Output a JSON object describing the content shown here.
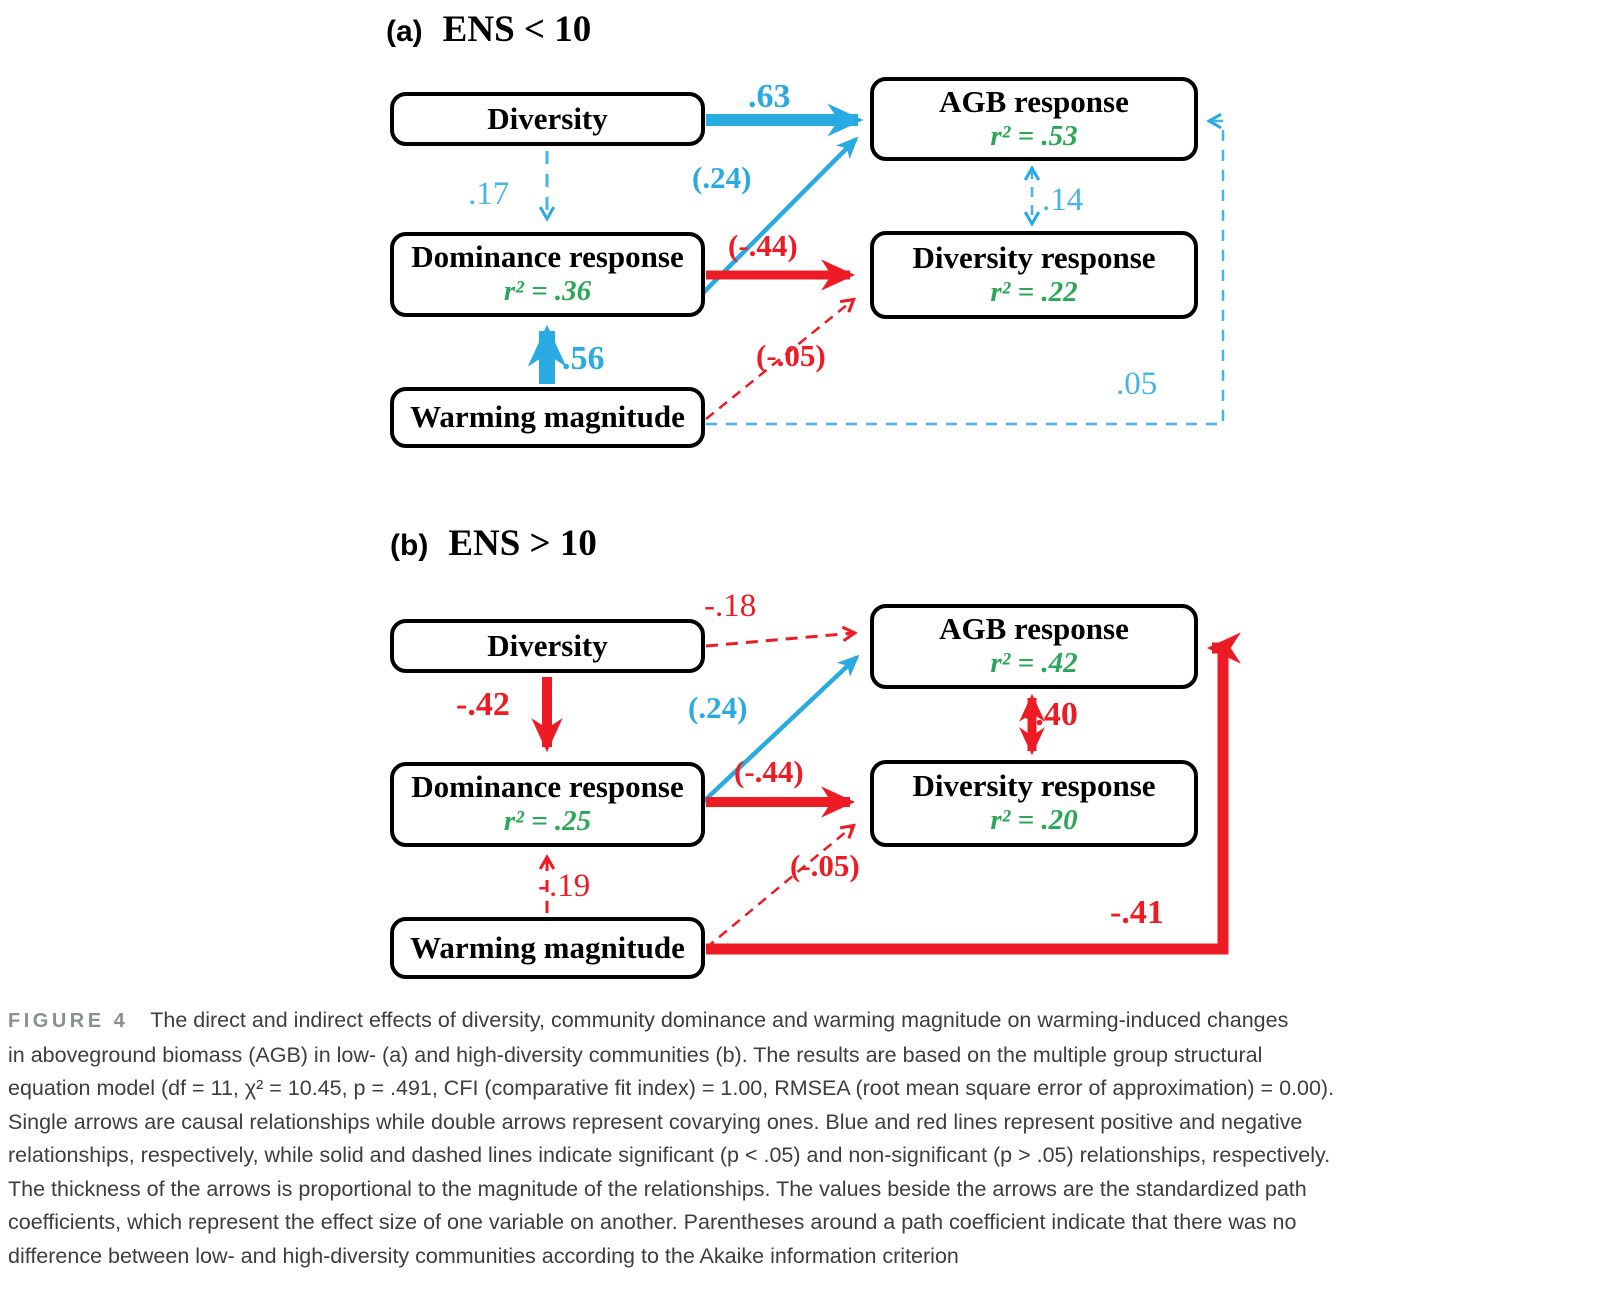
{
  "colors": {
    "positive_blue": "#29ABE2",
    "negative_red": "#ED1C24",
    "r2_green": "#2AA857",
    "box_border": "#000000"
  },
  "panel_a": {
    "tag": "(a)",
    "title": "ENS < 10",
    "nodes": {
      "diversity": {
        "label": "Diversity"
      },
      "agb_response": {
        "label": "AGB response",
        "r2": "r² = .53"
      },
      "dominance_response": {
        "label": "Dominance response",
        "r2": "r² = .36"
      },
      "diversity_response": {
        "label": "Diversity response",
        "r2": "r² = .22"
      },
      "warming_magnitude": {
        "label": "Warming magnitude"
      }
    },
    "paths": {
      "diversity_to_agb": ".63",
      "diversity_to_dominance": ".17",
      "dominance_to_agb": "(.24)",
      "dominance_to_diversity_response": "(-.44)",
      "warming_to_dominance": ".56",
      "warming_to_diversity_response": "(-.05)",
      "warming_to_agb": ".05",
      "agb_diversity_response_covariance": ".14"
    }
  },
  "panel_b": {
    "tag": "(b)",
    "title": "ENS > 10",
    "nodes": {
      "diversity": {
        "label": "Diversity"
      },
      "agb_response": {
        "label": "AGB response",
        "r2": "r² = .42"
      },
      "dominance_response": {
        "label": "Dominance response",
        "r2": "r² = .25"
      },
      "diversity_response": {
        "label": "Diversity response",
        "r2": "r² = .20"
      },
      "warming_magnitude": {
        "label": "Warming magnitude"
      }
    },
    "paths": {
      "diversity_to_agb": "-.18",
      "diversity_to_dominance": "-.42",
      "dominance_to_agb": "(.24)",
      "dominance_to_diversity_response": "(-.44)",
      "warming_to_dominance": "-.19",
      "warming_to_diversity_response": "(-.05)",
      "warming_to_agb": "-.41",
      "agb_diversity_response_covariance": "-.40"
    }
  },
  "caption": {
    "tag": "FIGURE 4",
    "lines": [
      "The direct and indirect effects of diversity, community dominance and warming magnitude on warming-induced changes",
      "in aboveground biomass (AGB) in low- (a) and high-diversity communities (b). The results are based on the multiple group structural",
      "equation model (df = 11, χ² = 10.45, p = .491, CFI (comparative fit index) = 1.00, RMSEA (root mean square error of approximation) = 0.00).",
      "Single arrows are causal relationships while double arrows represent covarying ones. Blue and red lines represent positive and negative",
      "relationships, respectively, while solid and dashed lines indicate significant (p < .05) and non-significant (p > .05) relationships, respectively.",
      "The thickness of the arrows is proportional to the magnitude of the relationships. The values beside the arrows are the standardized path",
      "coefficients, which represent the effect size of one variable on another. Parentheses around a path coefficient indicate that there was no",
      "difference between low- and high-diversity communities according to the Akaike information criterion"
    ]
  }
}
